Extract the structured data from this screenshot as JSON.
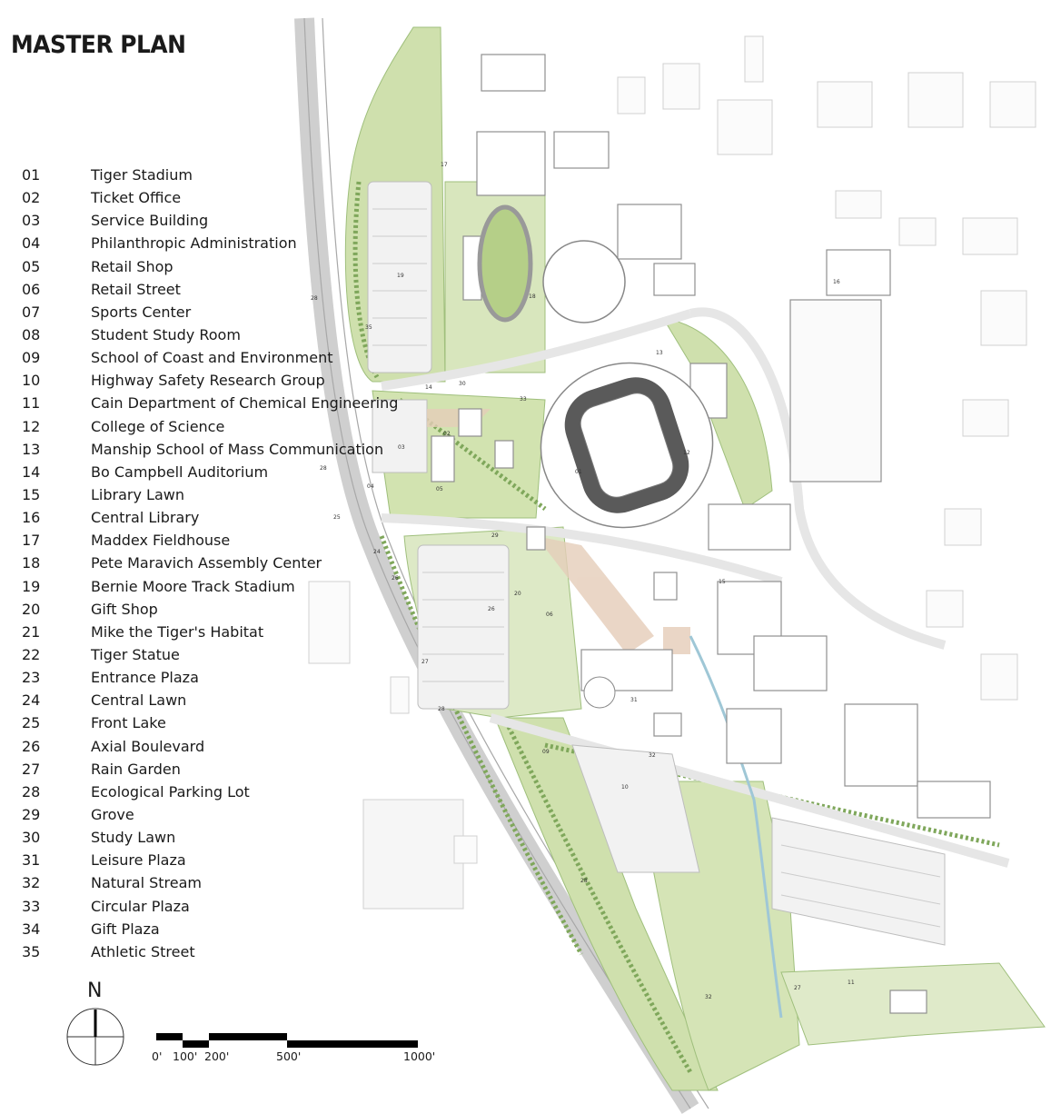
{
  "title": "MASTER PLAN",
  "legend": [
    {
      "num": "01",
      "name": "Tiger Stadium"
    },
    {
      "num": "02",
      "name": "Ticket Office"
    },
    {
      "num": "03",
      "name": "Service  Building"
    },
    {
      "num": "04",
      "name": "Philanthropic Administration"
    },
    {
      "num": "05",
      "name": "Retail Shop"
    },
    {
      "num": "06",
      "name": "Retail Street"
    },
    {
      "num": "07",
      "name": "Sports Center"
    },
    {
      "num": "08",
      "name": "Student Study Room"
    },
    {
      "num": "09",
      "name": "School of Coast and Environment"
    },
    {
      "num": "10",
      "name": "Highway Safety Research Group"
    },
    {
      "num": "11",
      "name": "Cain Department of Chemical Engineering"
    },
    {
      "num": "12",
      "name": "College of Science"
    },
    {
      "num": "13",
      "name": "Manship School of Mass Communication"
    },
    {
      "num": "14",
      "name": "Bo Campbell Auditorium"
    },
    {
      "num": "15",
      "name": "Library Lawn"
    },
    {
      "num": "16",
      "name": "Central Library"
    },
    {
      "num": "17",
      "name": "Maddex Fieldhouse"
    },
    {
      "num": "18",
      "name": "Pete Maravich Assembly Center"
    },
    {
      "num": "19",
      "name": "Bernie Moore Track Stadium"
    },
    {
      "num": "20",
      "name": "Gift Shop"
    },
    {
      "num": "21",
      "name": "Mike the Tiger's Habitat"
    },
    {
      "num": "22",
      "name": "Tiger Statue"
    },
    {
      "num": "23",
      "name": "Entrance Plaza"
    },
    {
      "num": "24",
      "name": "Central Lawn"
    },
    {
      "num": "25",
      "name": "Front Lake"
    },
    {
      "num": "26",
      "name": "Axial Boulevard"
    },
    {
      "num": "27",
      "name": "Rain Garden"
    },
    {
      "num": "28",
      "name": "Ecological Parking Lot"
    },
    {
      "num": "29",
      "name": "Grove"
    },
    {
      "num": "30",
      "name": "Study Lawn"
    },
    {
      "num": "31",
      "name": "Leisure Plaza"
    },
    {
      "num": "32",
      "name": "Natural Stream"
    },
    {
      "num": "33",
      "name": "Circular Plaza"
    },
    {
      "num": "34",
      "name": "Gift Plaza"
    },
    {
      "num": "35",
      "name": "Athletic Street"
    }
  ],
  "north_arrow": {
    "label": "N",
    "icon": "north-arrow-icon"
  },
  "scale_bar": {
    "labels": [
      "0'",
      "100'",
      "200'",
      "500'",
      "1000'"
    ]
  },
  "map_labels": [
    "17",
    "19",
    "35",
    "28",
    "18",
    "16",
    "13",
    "14",
    "30",
    "33",
    "02",
    "03",
    "05",
    "04",
    "01",
    "12",
    "28",
    "25",
    "24",
    "26",
    "29",
    "20",
    "26",
    "06",
    "15",
    "27",
    "31",
    "09",
    "32",
    "10",
    "28",
    "28",
    "27",
    "32",
    "11"
  ],
  "colors": {
    "lawn": "#c9dba6",
    "tree": "#8fb26a",
    "road": "#d9d9d9",
    "building": "#ffffff",
    "outline": "#9a9a9a",
    "plaza": "#e3c9b5",
    "water": "#9fc7d6"
  }
}
